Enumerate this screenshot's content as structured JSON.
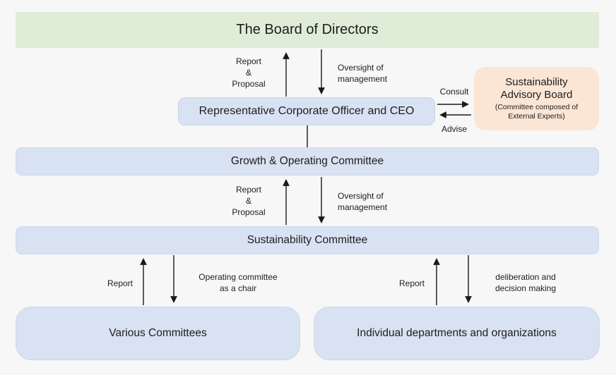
{
  "colors": {
    "background": "#f7f7f7",
    "board_green": "#dfecd7",
    "box_blue": "#d8e2f2",
    "advisory_peach": "#fbe5d4",
    "arrow": "#1a1a1a",
    "text": "#1d1d1d"
  },
  "nodes": {
    "board": {
      "label": "The Board of Directors"
    },
    "ceo": {
      "label": "Representative Corporate Officer and CEO"
    },
    "advisory": {
      "title": "Sustainability\nAdvisory Board",
      "subtitle": "(Committee composed of\nExternal Experts)"
    },
    "growth_committee": {
      "label": "Growth & Operating Committee"
    },
    "sustainability_committee": {
      "label": "Sustainability Committee"
    },
    "various_committees": {
      "label": "Various Committees"
    },
    "departments": {
      "label": "Individual departments and organizations"
    }
  },
  "edge_labels": {
    "report_proposal_top": "Report\n&\nProposal",
    "oversight_top": "Oversight of\nmanagement",
    "consult": "Consult",
    "advise": "Advise",
    "report_proposal_mid": "Report\n&\nProposal",
    "oversight_mid": "Oversight of\nmanagement",
    "report_left": "Report",
    "operating_chair": "Operating committee\nas a chair",
    "report_right": "Report",
    "deliberation": "deliberation and\ndecision making"
  }
}
